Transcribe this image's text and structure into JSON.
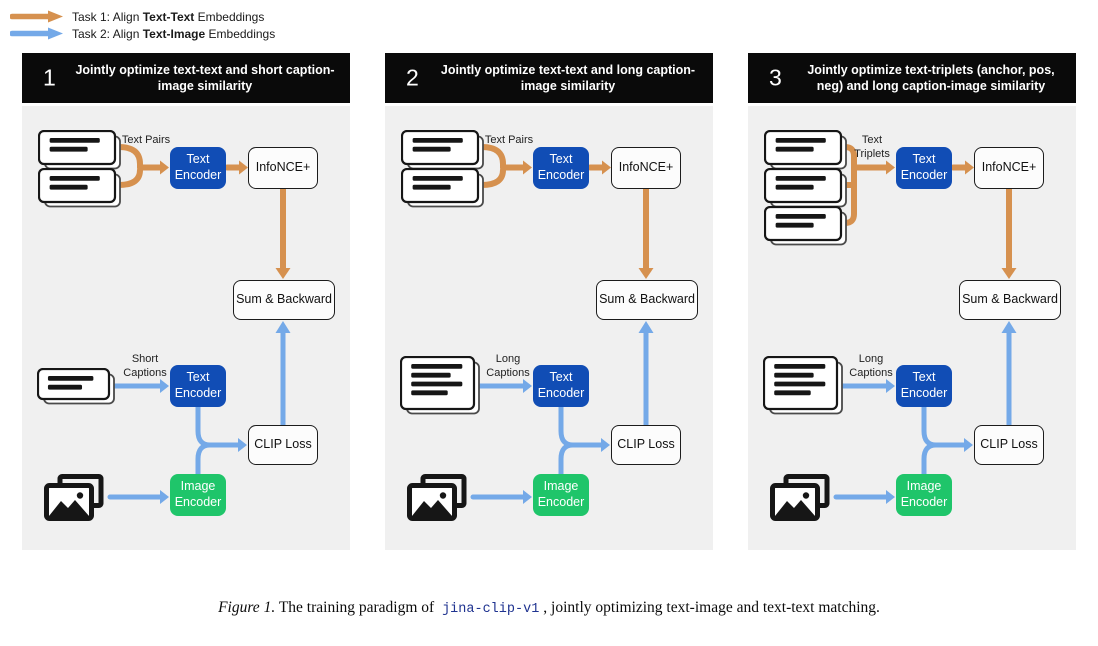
{
  "legend": {
    "items": [
      {
        "pre": "Task 1: Align ",
        "bold": "Text-Text",
        "post": " Embeddings",
        "color": "#D6914F"
      },
      {
        "pre": "Task 2: Align ",
        "bold": "Text-Image",
        "post": " Embeddings",
        "color": "#74A9E8"
      }
    ]
  },
  "nodes": {
    "text_encoder": "Text Encoder",
    "image_encoder": "Image Encoder",
    "infonce": "InfoNCE+",
    "sum_backward": "Sum & Backward",
    "clip_loss": "CLIP Loss"
  },
  "panels": [
    {
      "number": "1",
      "title": "Jointly optimize text-text and short caption-image similarity",
      "top_label": "Text Pairs",
      "top_docs": 2,
      "caption_label": "Short Captions",
      "caption_doc_lines": 2
    },
    {
      "number": "2",
      "title": "Jointly optimize text-text and long caption-image similarity",
      "top_label": "Text Pairs",
      "top_docs": 2,
      "caption_label": "Long Captions",
      "caption_doc_lines": 4
    },
    {
      "number": "3",
      "title": "Jointly optimize text-triplets (anchor, pos, neg) and long caption-image similarity",
      "top_label": "Text Triplets",
      "top_docs": 3,
      "caption_label": "Long Captions",
      "caption_doc_lines": 4
    }
  ],
  "caption": {
    "figure_label": "Figure 1.",
    "before_code": "The training paradigm of",
    "code": "jina-clip-v1",
    "after_code": ", jointly optimizing text-image and text-text matching."
  },
  "colors": {
    "task1_arrow": "#D6914F",
    "task2_arrow": "#74A9E8",
    "text_encoder_bg": "#114DB5",
    "image_encoder_bg": "#1FC56A",
    "panel_header_bg": "#0A0A0A",
    "panel_body_bg": "#F0F0F0",
    "icon_ink": "#161616",
    "code_text": "#1F3390"
  }
}
